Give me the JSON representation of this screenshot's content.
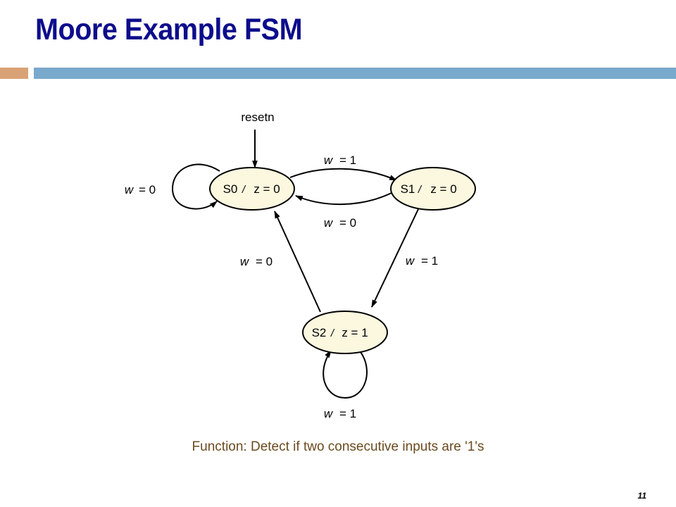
{
  "slide": {
    "title": "Moore Example FSM",
    "caption": "Function: Detect if two consecutive inputs are '1's",
    "page_number": "11"
  },
  "diagram": {
    "reset_label": "resetn",
    "states": [
      {
        "id": "S0",
        "name": "S0",
        "output": "z = 0"
      },
      {
        "id": "S1",
        "name": "S1",
        "output": "z = 0"
      },
      {
        "id": "S2",
        "name": "S2",
        "output": "z = 1"
      }
    ],
    "transitions": [
      {
        "from": "S0",
        "to": "S0",
        "var": "w",
        "value": "= 0"
      },
      {
        "from": "S0",
        "to": "S1",
        "var": "w",
        "value": "= 1"
      },
      {
        "from": "S1",
        "to": "S0",
        "var": "w",
        "value": "= 0"
      },
      {
        "from": "S1",
        "to": "S2",
        "var": "w",
        "value": "= 1"
      },
      {
        "from": "S2",
        "to": "S0",
        "var": "w",
        "value": "= 0"
      },
      {
        "from": "S2",
        "to": "S2",
        "var": "w",
        "value": "= 1"
      }
    ],
    "colors": {
      "state_fill": "#fbf8df",
      "title": "#0d0d8c",
      "accent_left": "#d9a276",
      "accent_right": "#79a9cc",
      "caption": "#6b4a1f"
    }
  }
}
